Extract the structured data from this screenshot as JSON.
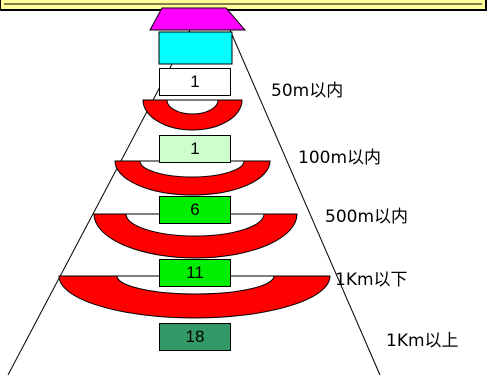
{
  "levels": [
    {
      "count": "1",
      "distance": "50m以内",
      "fill": "#ffffff"
    },
    {
      "count": "1",
      "distance": "100m以内",
      "fill": "#ccffcc"
    },
    {
      "count": "6",
      "distance": "500m以内",
      "fill": "#00ee00"
    },
    {
      "count": "11",
      "distance": "1Km以下",
      "fill": "#00ee00"
    },
    {
      "count": "18",
      "distance": "1Km以上",
      "fill": "#339966"
    }
  ],
  "colors": {
    "house_roof": "#ff00ff",
    "house_wall": "#00ffff",
    "ring": "#ff0000",
    "banner": "#ffff99"
  }
}
